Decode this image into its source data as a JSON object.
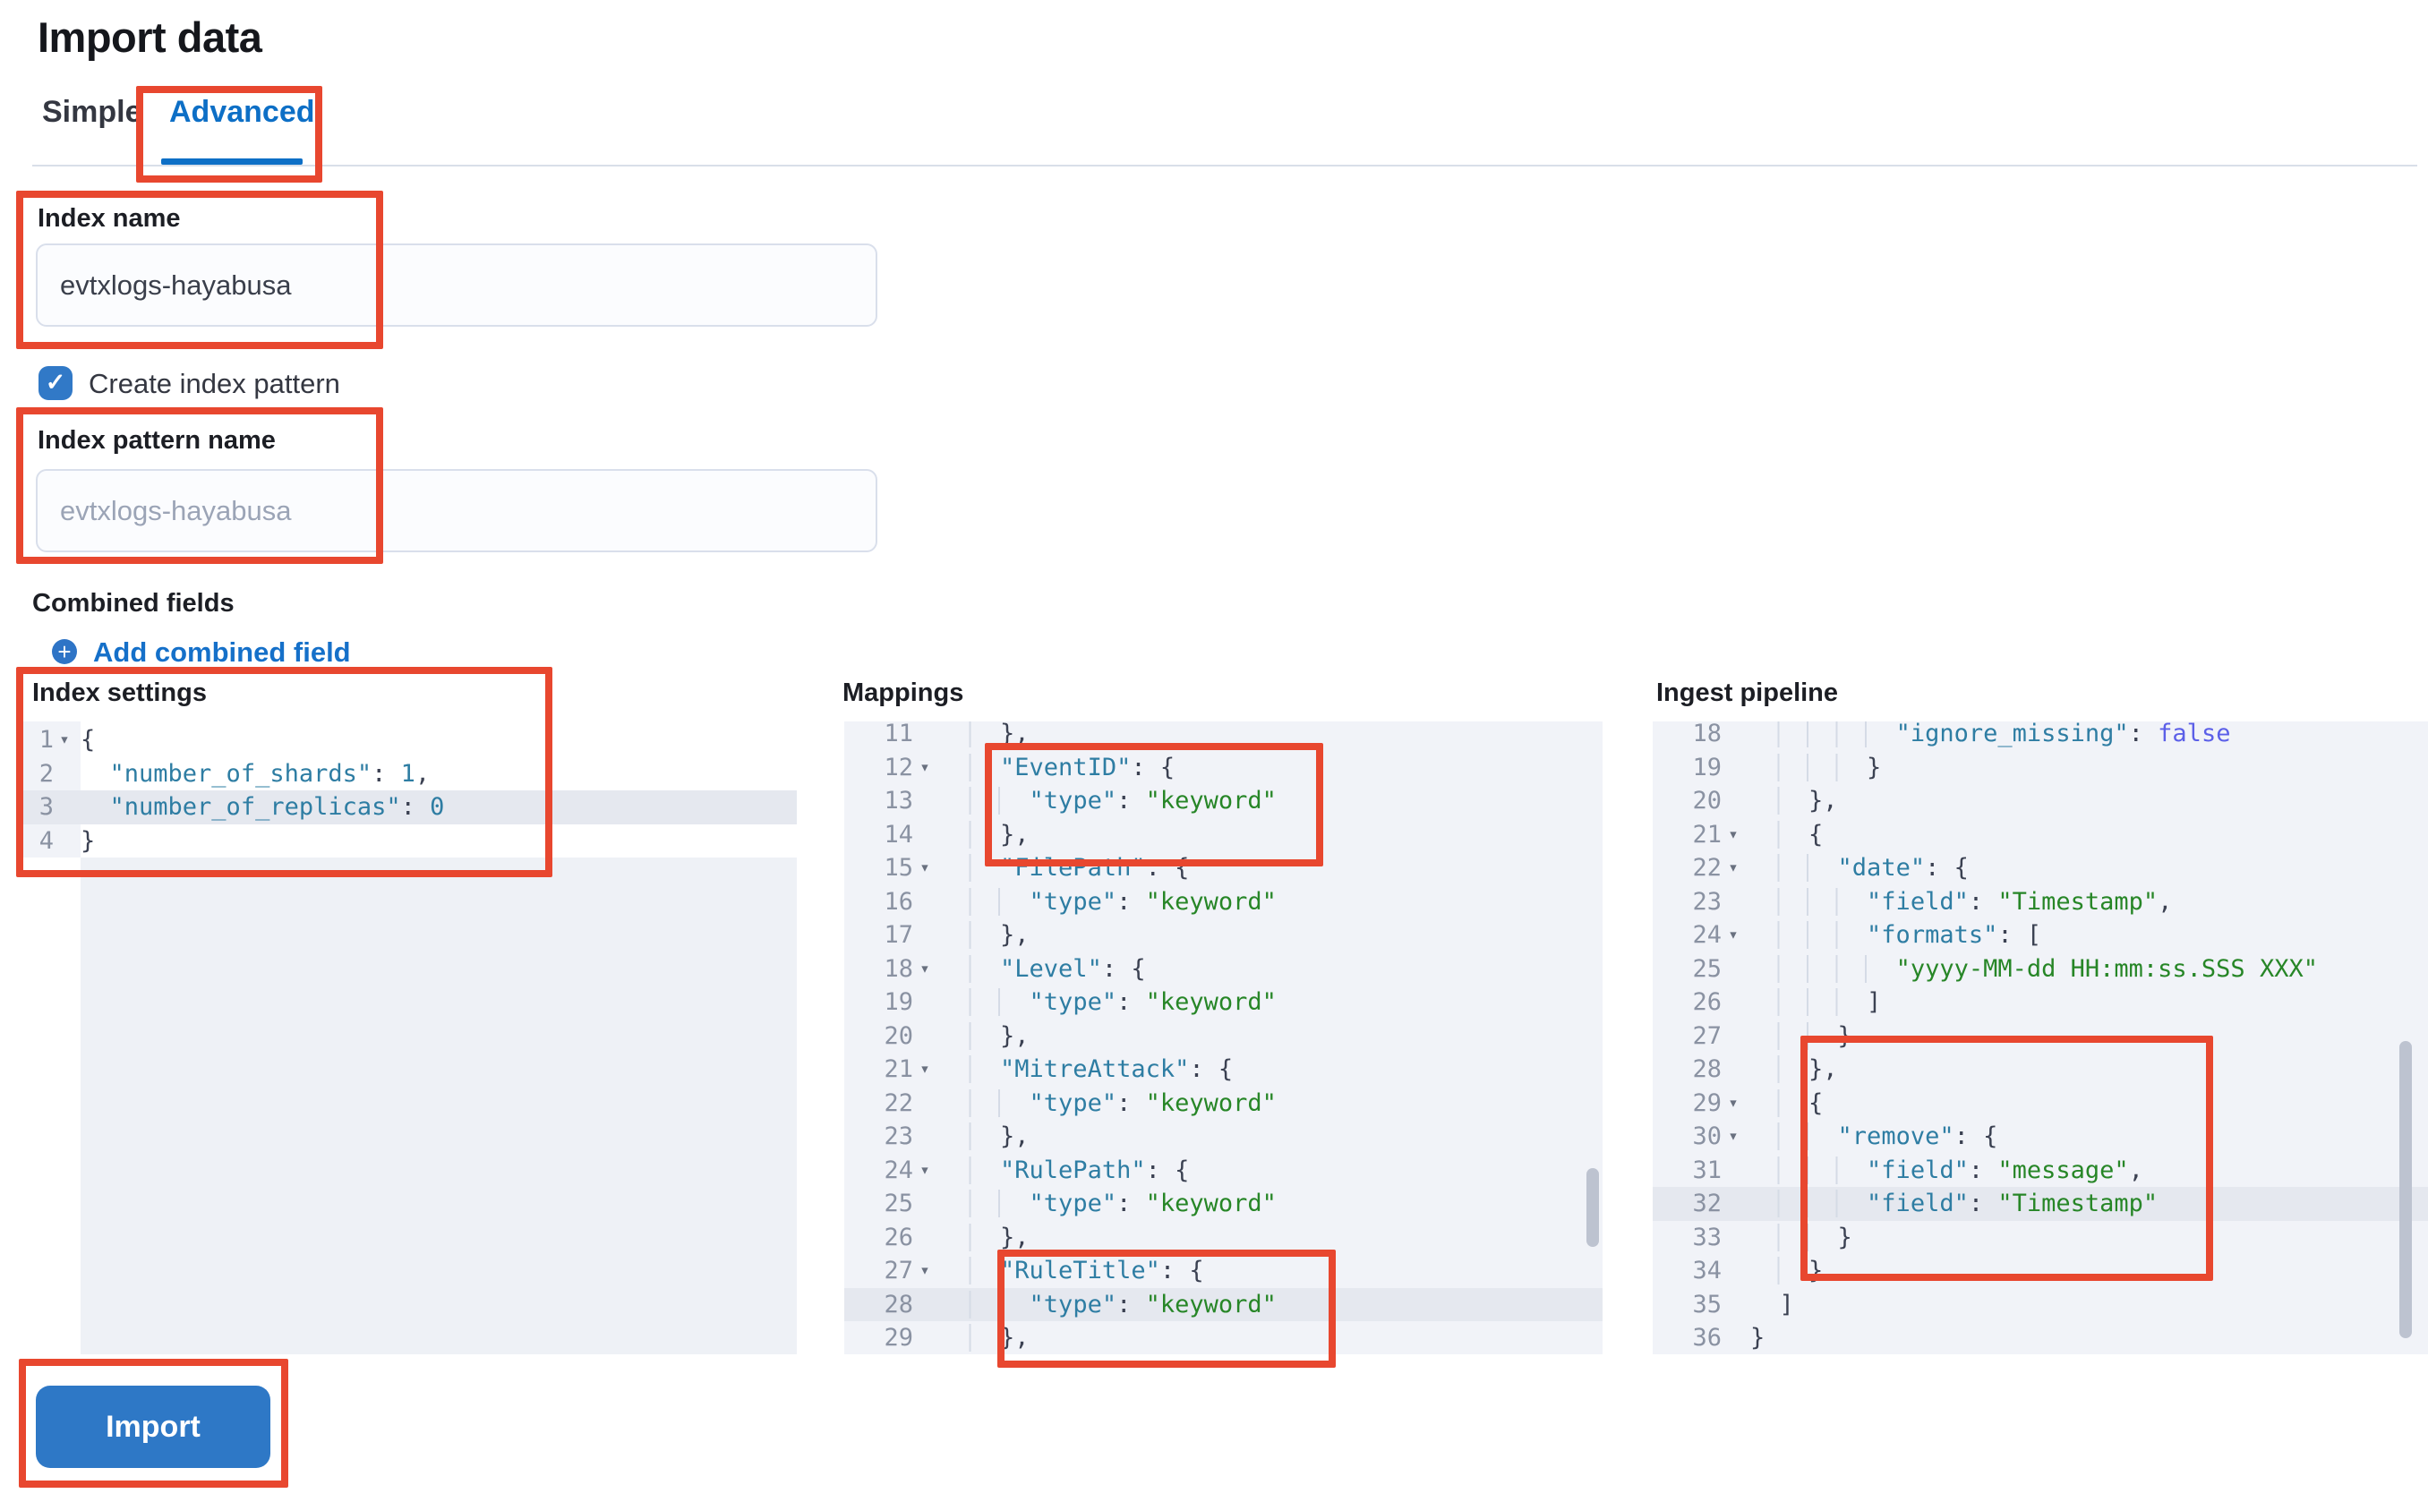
{
  "page": {
    "title": "Import data"
  },
  "tabs": [
    {
      "label": "Simple",
      "active": false
    },
    {
      "label": "Advanced",
      "active": true
    }
  ],
  "form": {
    "index_name": {
      "label": "Index name",
      "value": "evtxlogs-hayabusa"
    },
    "create_index_pattern": {
      "label": "Create index pattern",
      "checked": true
    },
    "index_pattern_name": {
      "label": "Index pattern name",
      "placeholder": "evtxlogs-hayabusa"
    },
    "combined_fields": {
      "label": "Combined fields",
      "add_link_label": "Add combined field"
    }
  },
  "import_button": {
    "label": "Import"
  },
  "colors": {
    "annotation_red": "#e8472f",
    "accent_blue": "#0d6fc6",
    "fill_blue": "#2e78c6",
    "code_key": "#2e7da3",
    "code_string": "#278627",
    "code_boolean": "#5b5fe8",
    "code_punctuation": "#3b4152"
  },
  "editors": [
    {
      "name": "index-settings",
      "title": "Index settings",
      "lines": [
        {
          "n": 1,
          "fold": true,
          "tokens": [
            [
              "p",
              "{"
            ]
          ]
        },
        {
          "n": 2,
          "tokens": [
            [
              "i",
              "  "
            ],
            [
              "k",
              "\"number_of_shards\""
            ],
            [
              "p",
              ": "
            ],
            [
              "n",
              "1"
            ],
            [
              "p",
              ","
            ]
          ]
        },
        {
          "n": 3,
          "active": true,
          "tokens": [
            [
              "i",
              "  "
            ],
            [
              "k",
              "\"number_of_replicas\""
            ],
            [
              "p",
              ": "
            ],
            [
              "n",
              "0"
            ]
          ]
        },
        {
          "n": 4,
          "tokens": [
            [
              "p",
              "}"
            ]
          ]
        }
      ]
    },
    {
      "name": "mappings",
      "title": "Mappings",
      "lines": [
        {
          "n": 11,
          "tokens": [
            [
              "i",
              "    "
            ],
            [
              "p",
              "},"
            ]
          ]
        },
        {
          "n": 12,
          "fold": true,
          "tokens": [
            [
              "i",
              "    "
            ],
            [
              "k",
              "\"EventID\""
            ],
            [
              "p",
              ": {"
            ]
          ]
        },
        {
          "n": 13,
          "tokens": [
            [
              "i",
              "      "
            ],
            [
              "k",
              "\"type\""
            ],
            [
              "p",
              ": "
            ],
            [
              "s",
              "\"keyword\""
            ]
          ]
        },
        {
          "n": 14,
          "tokens": [
            [
              "i",
              "    "
            ],
            [
              "p",
              "},"
            ]
          ]
        },
        {
          "n": 15,
          "fold": true,
          "tokens": [
            [
              "i",
              "    "
            ],
            [
              "k",
              "\"FilePath\""
            ],
            [
              "p",
              ": {"
            ]
          ]
        },
        {
          "n": 16,
          "tokens": [
            [
              "i",
              "      "
            ],
            [
              "k",
              "\"type\""
            ],
            [
              "p",
              ": "
            ],
            [
              "s",
              "\"keyword\""
            ]
          ]
        },
        {
          "n": 17,
          "tokens": [
            [
              "i",
              "    "
            ],
            [
              "p",
              "},"
            ]
          ]
        },
        {
          "n": 18,
          "fold": true,
          "tokens": [
            [
              "i",
              "    "
            ],
            [
              "k",
              "\"Level\""
            ],
            [
              "p",
              ": {"
            ]
          ]
        },
        {
          "n": 19,
          "tokens": [
            [
              "i",
              "      "
            ],
            [
              "k",
              "\"type\""
            ],
            [
              "p",
              ": "
            ],
            [
              "s",
              "\"keyword\""
            ]
          ]
        },
        {
          "n": 20,
          "tokens": [
            [
              "i",
              "    "
            ],
            [
              "p",
              "},"
            ]
          ]
        },
        {
          "n": 21,
          "fold": true,
          "tokens": [
            [
              "i",
              "    "
            ],
            [
              "k",
              "\"MitreAttack\""
            ],
            [
              "p",
              ": {"
            ]
          ]
        },
        {
          "n": 22,
          "tokens": [
            [
              "i",
              "      "
            ],
            [
              "k",
              "\"type\""
            ],
            [
              "p",
              ": "
            ],
            [
              "s",
              "\"keyword\""
            ]
          ]
        },
        {
          "n": 23,
          "tokens": [
            [
              "i",
              "    "
            ],
            [
              "p",
              "},"
            ]
          ]
        },
        {
          "n": 24,
          "fold": true,
          "tokens": [
            [
              "i",
              "    "
            ],
            [
              "k",
              "\"RulePath\""
            ],
            [
              "p",
              ": {"
            ]
          ]
        },
        {
          "n": 25,
          "tokens": [
            [
              "i",
              "      "
            ],
            [
              "k",
              "\"type\""
            ],
            [
              "p",
              ": "
            ],
            [
              "s",
              "\"keyword\""
            ]
          ]
        },
        {
          "n": 26,
          "tokens": [
            [
              "i",
              "    "
            ],
            [
              "p",
              "},"
            ]
          ]
        },
        {
          "n": 27,
          "fold": true,
          "tokens": [
            [
              "i",
              "    "
            ],
            [
              "k",
              "\"RuleTitle\""
            ],
            [
              "p",
              ": {"
            ]
          ]
        },
        {
          "n": 28,
          "active": true,
          "tokens": [
            [
              "i",
              "      "
            ],
            [
              "k",
              "\"type\""
            ],
            [
              "p",
              ": "
            ],
            [
              "s",
              "\"keyword\""
            ]
          ]
        },
        {
          "n": 29,
          "tokens": [
            [
              "i",
              "    "
            ],
            [
              "p",
              "},"
            ]
          ]
        }
      ]
    },
    {
      "name": "ingest-pipeline",
      "title": "Ingest pipeline",
      "lines": [
        {
          "n": 18,
          "tokens": [
            [
              "i",
              "          "
            ],
            [
              "k",
              "\"ignore_missing\""
            ],
            [
              "p",
              ": "
            ],
            [
              "b",
              "false"
            ]
          ]
        },
        {
          "n": 19,
          "tokens": [
            [
              "i",
              "        "
            ],
            [
              "p",
              "}"
            ]
          ]
        },
        {
          "n": 20,
          "tokens": [
            [
              "i",
              "    "
            ],
            [
              "p",
              "},"
            ]
          ]
        },
        {
          "n": 21,
          "fold": true,
          "tokens": [
            [
              "i",
              "    "
            ],
            [
              "p",
              "{"
            ]
          ]
        },
        {
          "n": 22,
          "fold": true,
          "tokens": [
            [
              "i",
              "      "
            ],
            [
              "k",
              "\"date\""
            ],
            [
              "p",
              ": {"
            ]
          ]
        },
        {
          "n": 23,
          "tokens": [
            [
              "i",
              "        "
            ],
            [
              "k",
              "\"field\""
            ],
            [
              "p",
              ": "
            ],
            [
              "s",
              "\"Timestamp\""
            ],
            [
              "p",
              ","
            ]
          ]
        },
        {
          "n": 24,
          "fold": true,
          "tokens": [
            [
              "i",
              "        "
            ],
            [
              "k",
              "\"formats\""
            ],
            [
              "p",
              ": ["
            ]
          ]
        },
        {
          "n": 25,
          "tokens": [
            [
              "i",
              "          "
            ],
            [
              "s",
              "\"yyyy-MM-dd HH:mm:ss.SSS XXX\""
            ]
          ]
        },
        {
          "n": 26,
          "tokens": [
            [
              "i",
              "        "
            ],
            [
              "p",
              "]"
            ]
          ]
        },
        {
          "n": 27,
          "tokens": [
            [
              "i",
              "      "
            ],
            [
              "p",
              "}"
            ]
          ]
        },
        {
          "n": 28,
          "tokens": [
            [
              "i",
              "    "
            ],
            [
              "p",
              "},"
            ]
          ]
        },
        {
          "n": 29,
          "fold": true,
          "tokens": [
            [
              "i",
              "    "
            ],
            [
              "p",
              "{"
            ]
          ]
        },
        {
          "n": 30,
          "fold": true,
          "tokens": [
            [
              "i",
              "      "
            ],
            [
              "k",
              "\"remove\""
            ],
            [
              "p",
              ": {"
            ]
          ]
        },
        {
          "n": 31,
          "tokens": [
            [
              "i",
              "        "
            ],
            [
              "k",
              "\"field\""
            ],
            [
              "p",
              ": "
            ],
            [
              "s",
              "\"message\""
            ],
            [
              "p",
              ","
            ]
          ]
        },
        {
          "n": 32,
          "active": true,
          "tokens": [
            [
              "i",
              "        "
            ],
            [
              "k",
              "\"field\""
            ],
            [
              "p",
              ": "
            ],
            [
              "s",
              "\"Timestamp\""
            ]
          ]
        },
        {
          "n": 33,
          "tokens": [
            [
              "i",
              "      "
            ],
            [
              "p",
              "}"
            ]
          ]
        },
        {
          "n": 34,
          "tokens": [
            [
              "i",
              "    "
            ],
            [
              "p",
              "}"
            ]
          ]
        },
        {
          "n": 35,
          "tokens": [
            [
              "i",
              "  "
            ],
            [
              "p",
              "]"
            ]
          ]
        },
        {
          "n": 36,
          "tokens": [
            [
              "p",
              "}"
            ]
          ]
        }
      ]
    }
  ]
}
